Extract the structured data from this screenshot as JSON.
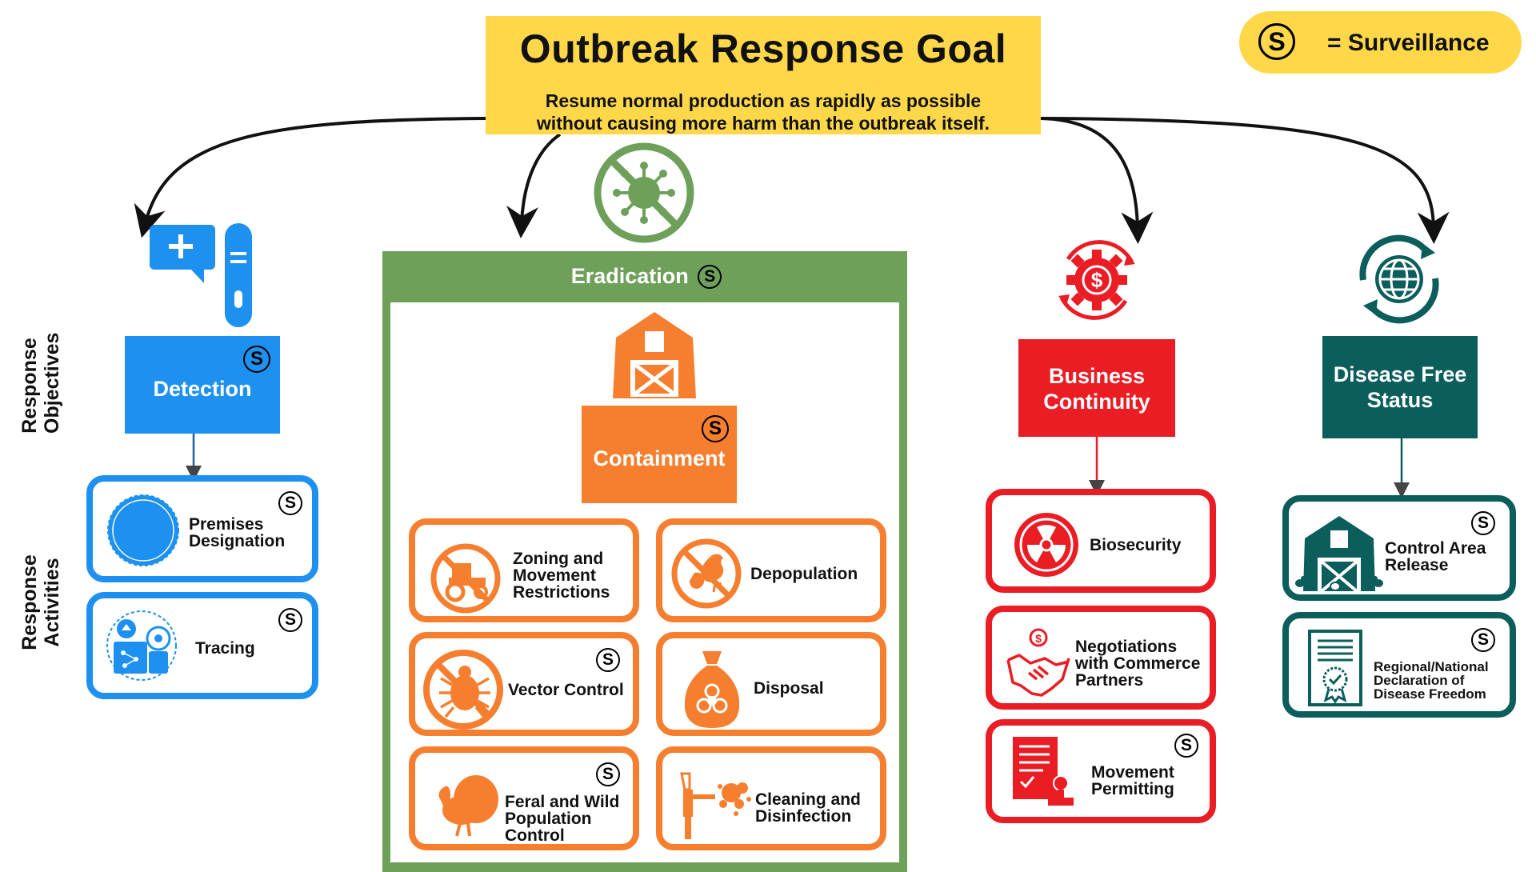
{
  "goal": {
    "title": "Outbreak Response Goal",
    "subtitle_line1": "Resume normal production as rapidly as possible",
    "subtitle_line2": "without causing more harm than the outbreak itself."
  },
  "legend": {
    "symbol": "S",
    "text": "= Surveillance"
  },
  "side_labels": {
    "objectives_line1": "Response",
    "objectives_line2": "Objectives",
    "activities_line1": "Response",
    "activities_line2": "Activities"
  },
  "surveillance_symbol": "S",
  "objectives": {
    "detection": "Detection",
    "eradication": "Eradication",
    "containment": "Containment",
    "business_continuity_line1": "Business",
    "business_continuity_line2": "Continuity",
    "disease_free_line1": "Disease Free",
    "disease_free_line2": "Status"
  },
  "activities": {
    "premises_designation": "Premises\nDesignation",
    "tracing": "Tracing",
    "zoning": "Zoning and\nMovement\nRestrictions",
    "depopulation": "Depopulation",
    "vector_control": "Vector Control",
    "disposal": "Disposal",
    "feral": "Feral and Wild\nPopulation\nControl",
    "cleaning": "Cleaning and\nDisinfection",
    "biosecurity": "Biosecurity",
    "negotiations": "Negotiations\nwith Commerce\nPartners",
    "movement_permitting": "Movement\nPermitting",
    "control_area_release": "Control Area\nRelease",
    "regional_declaration": "Regional/National\nDeclaration of\nDisease Freedom"
  },
  "colors": {
    "goal_yellow": "#ffd84a",
    "detection_blue": "#1e90f0",
    "eradication_green": "#6ea05a",
    "containment_orange": "#f57e2f",
    "business_red": "#ea1c24",
    "disease_free_teal": "#0b5e5c"
  }
}
